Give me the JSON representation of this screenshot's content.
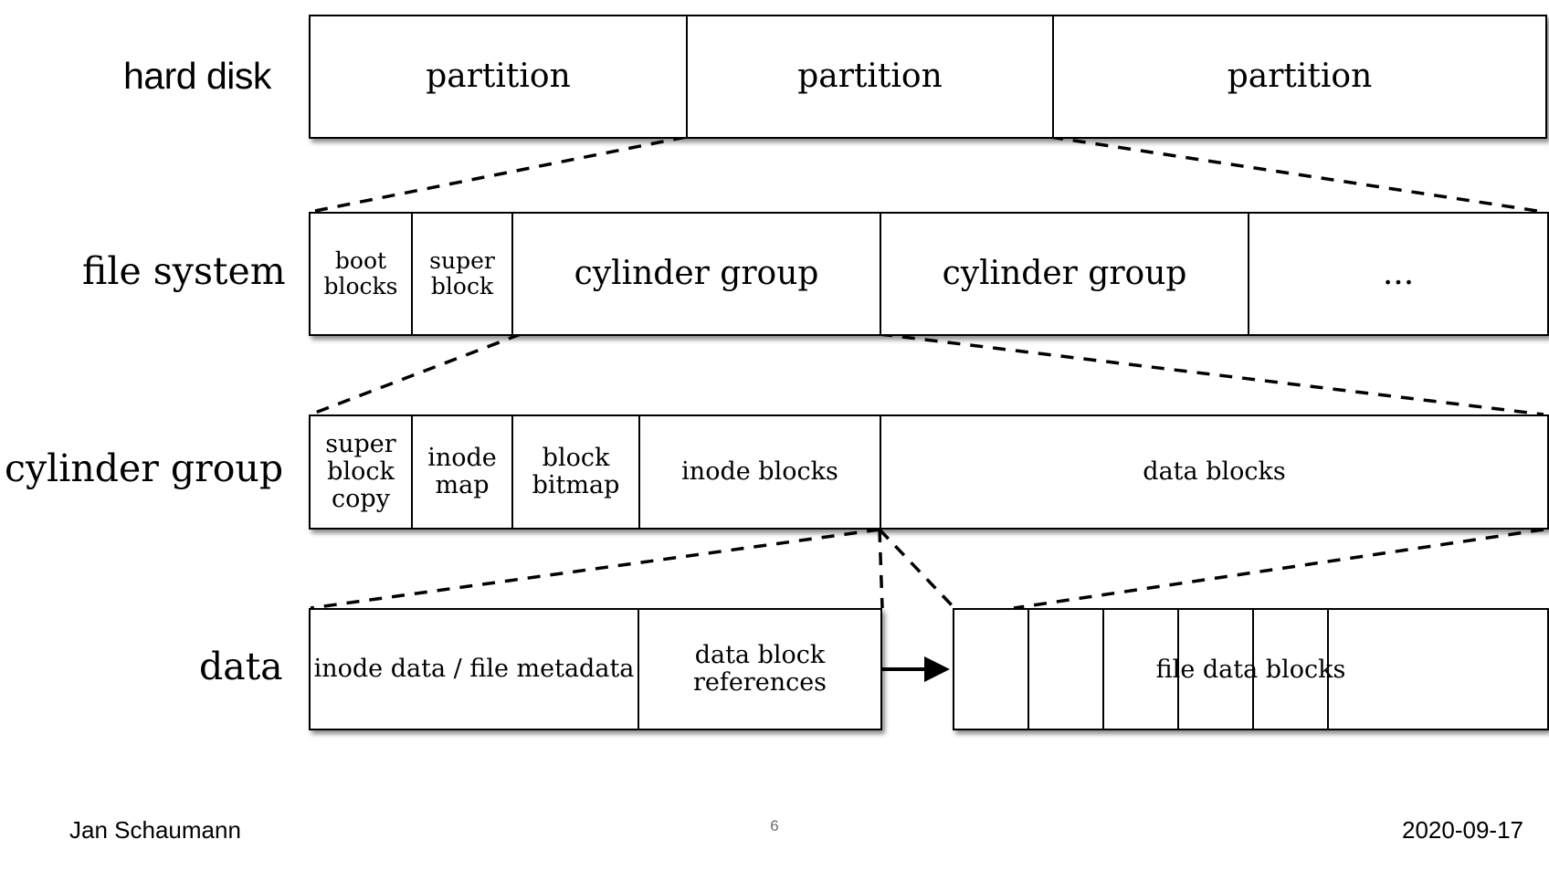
{
  "slide": {
    "title": "File system layout hierarchy",
    "rows": [
      {
        "id": "hard-disk",
        "label": "hard disk",
        "label_font": "sans",
        "cells": [
          {
            "text": "partition",
            "size": "large"
          },
          {
            "text": "partition",
            "size": "large"
          },
          {
            "text": "partition",
            "size": "large"
          }
        ]
      },
      {
        "id": "file-system",
        "label": "file system",
        "label_font": "slab",
        "cells": [
          {
            "text": "boot\nblocks",
            "size": "small"
          },
          {
            "text": "super\nblock",
            "size": "small"
          },
          {
            "text": "cylinder group",
            "size": "large"
          },
          {
            "text": "cylinder group",
            "size": "large"
          },
          {
            "text": "...",
            "size": "large"
          }
        ]
      },
      {
        "id": "cylinder-group",
        "label": "cylinder group",
        "label_font": "slab",
        "cells": [
          {
            "text": "super\nblock\ncopy",
            "size": "mid"
          },
          {
            "text": "inode\nmap",
            "size": "mid"
          },
          {
            "text": "block\nbitmap",
            "size": "mid"
          },
          {
            "text": "inode blocks",
            "size": "mid"
          },
          {
            "text": "data blocks",
            "size": "mid"
          }
        ]
      },
      {
        "id": "data",
        "label": "data",
        "label_font": "slab",
        "cells": [
          {
            "text": "inode data / file metadata",
            "size": "mid"
          },
          {
            "text": "data block\nreferences",
            "size": "mid"
          }
        ],
        "extra_box": {
          "id": "file-data-blocks",
          "text": "file data blocks",
          "size": "mid",
          "divider_count": 5
        },
        "arrow": {
          "label": "data-block-reference-arrow"
        }
      }
    ],
    "footer": {
      "author": "Jan Schaumann",
      "page": "6",
      "date": "2020-09-17"
    },
    "colors": {
      "ink": "#000000",
      "paper": "#ffffff",
      "page_number": "#6b6b6b"
    }
  }
}
